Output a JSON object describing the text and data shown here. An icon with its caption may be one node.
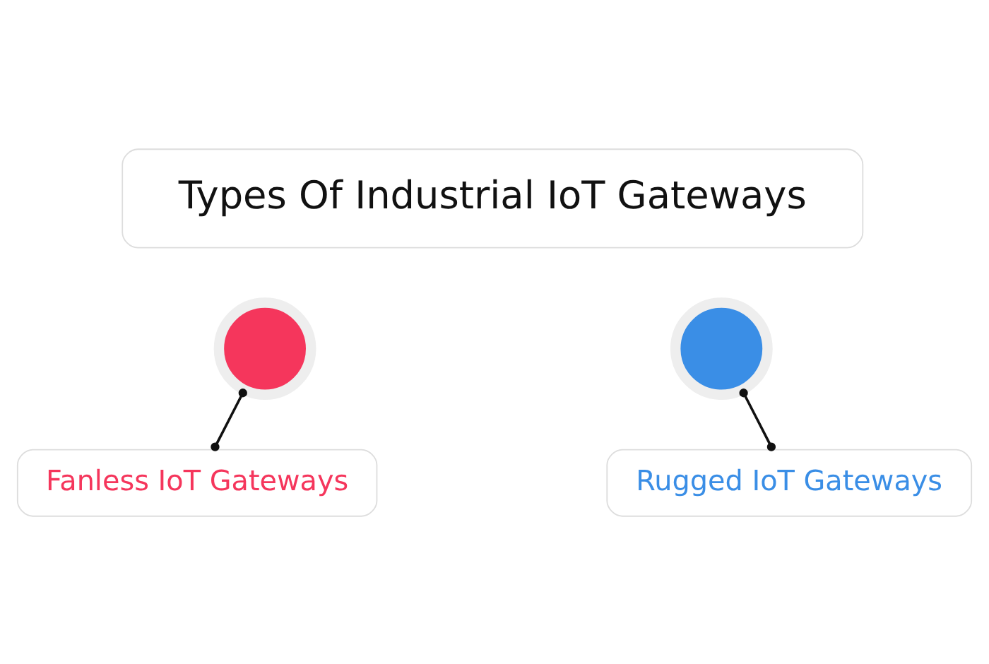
{
  "diagram": {
    "nodes": [
      {
        "text": [
          "Types Of Industrial IoT Gateways"
        ]
      },
      {
        "text": [],
        "shape": "circle"
      },
      {
        "text": [],
        "shape": "circle"
      },
      {
        "text": [
          "Fanless IoT Gateways"
        ]
      },
      {
        "text": [
          "Rugged IoT Gateways"
        ]
      }
    ],
    "edges": [
      {
        "from": 1,
        "to": 3,
        "arrow": "other"
      },
      {
        "from": 2,
        "to": 4,
        "arrow": "other"
      }
    ]
  }
}
